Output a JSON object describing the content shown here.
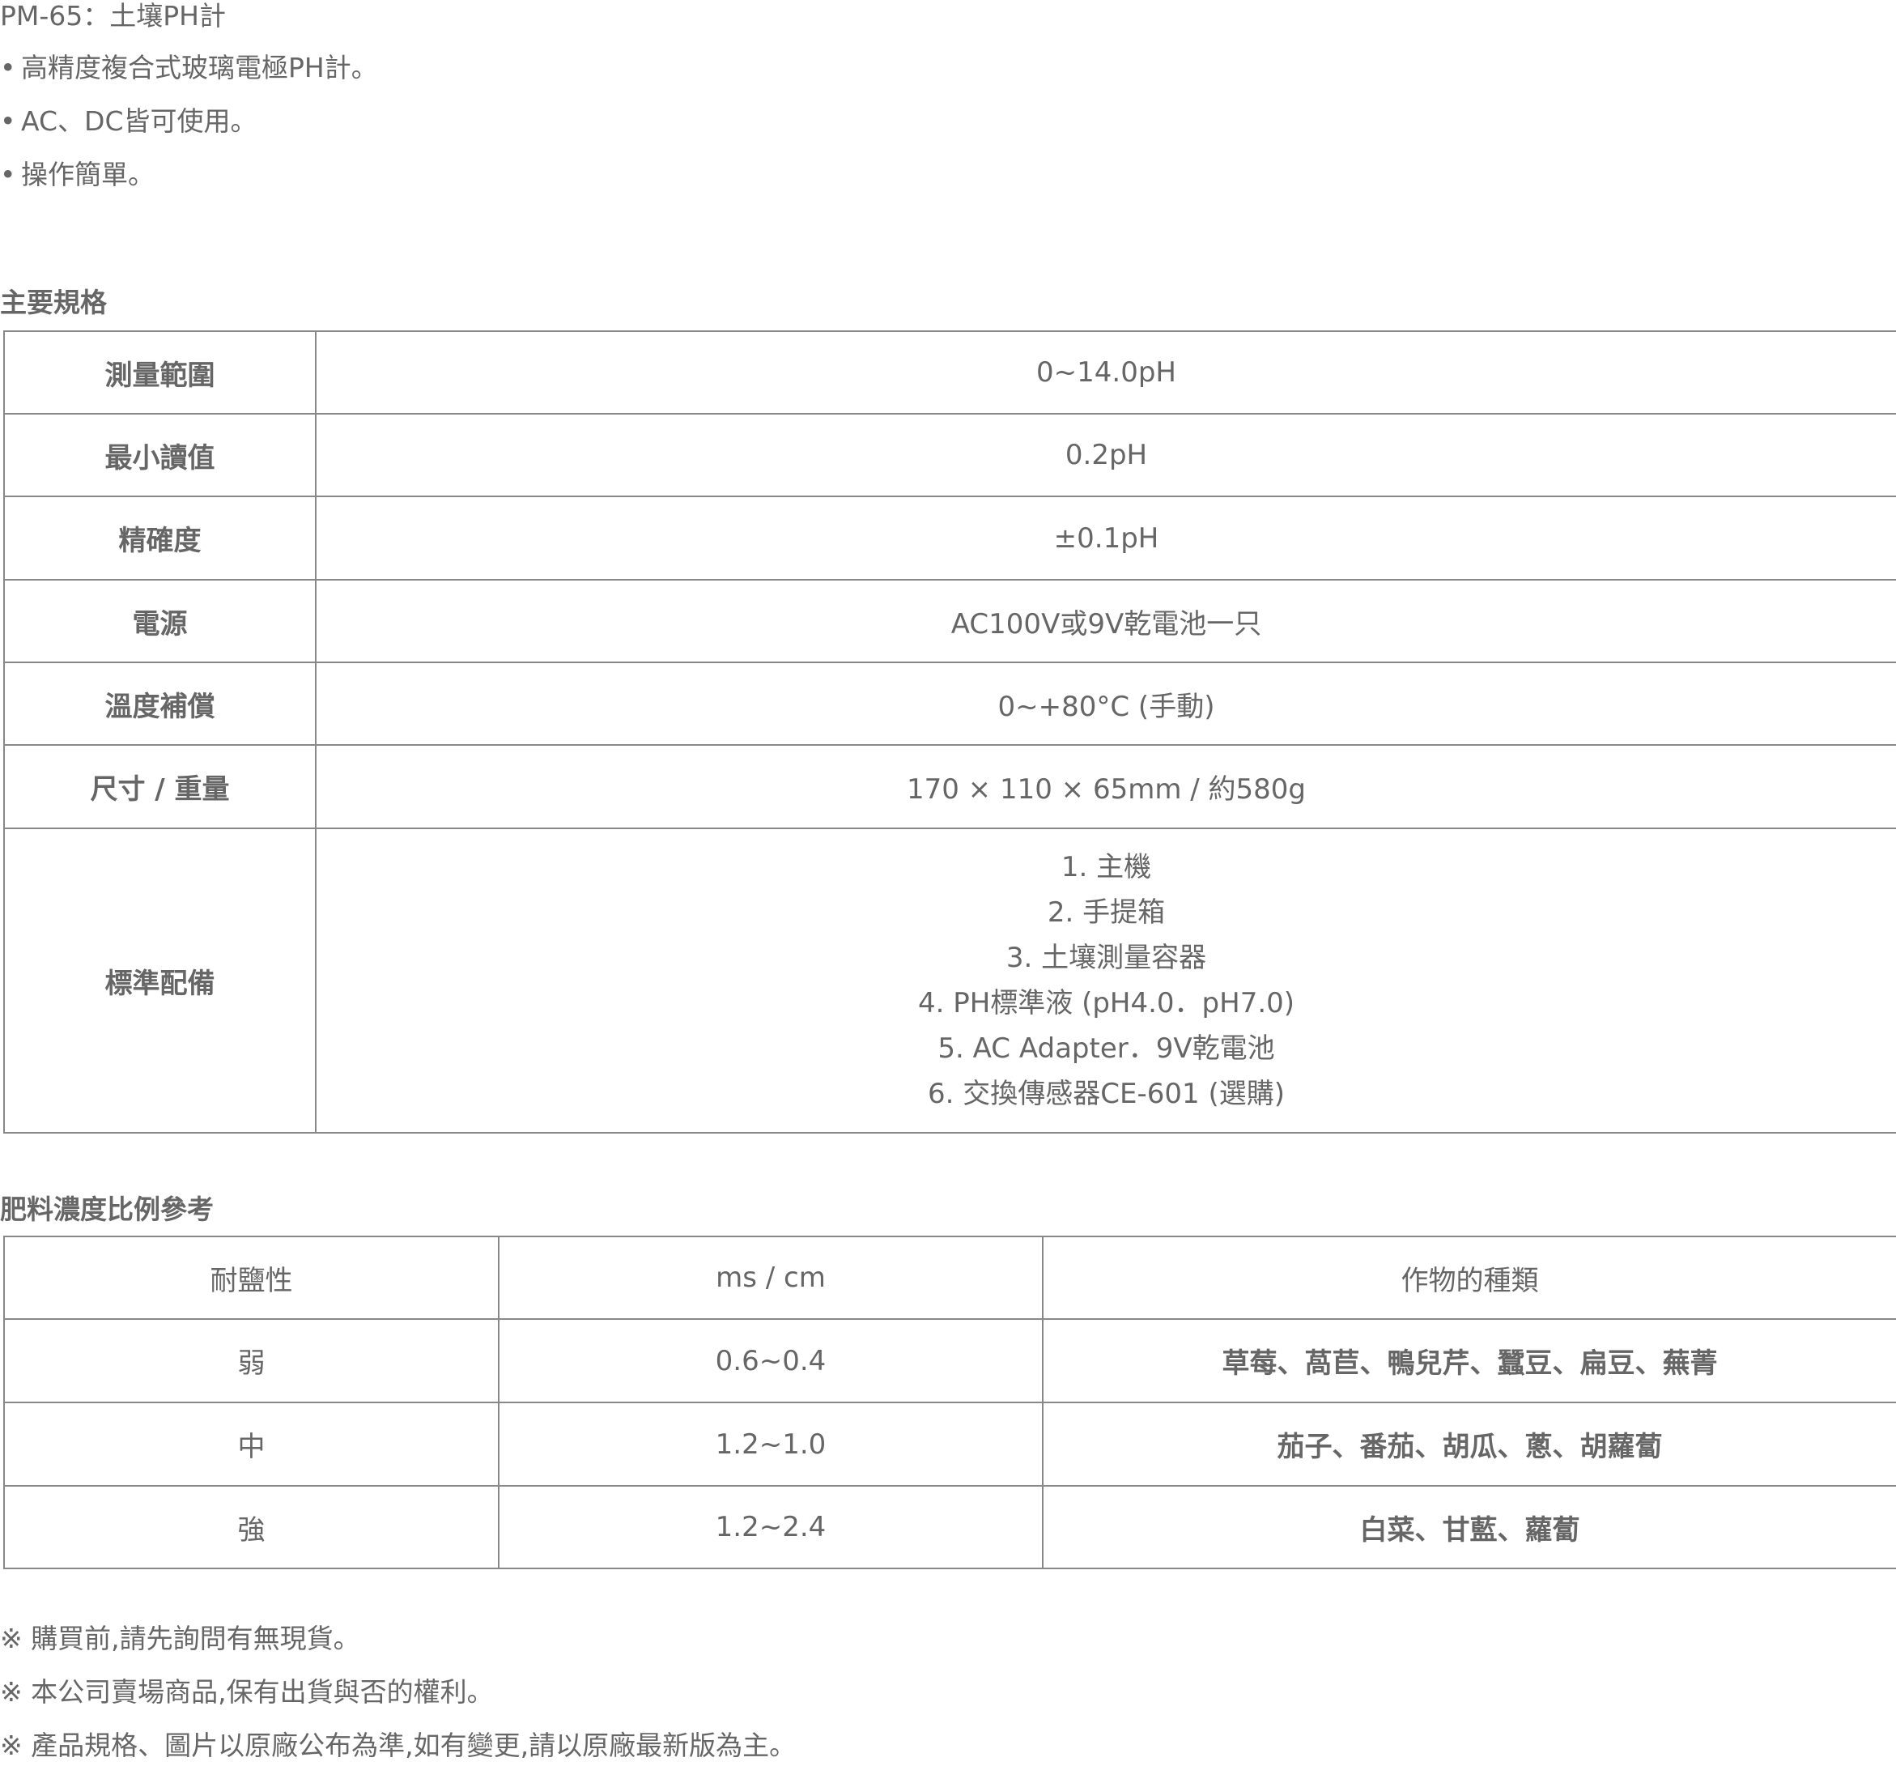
{
  "product": {
    "title": "PM-65：土壤PH計",
    "features": [
      "高精度複合式玻璃電極PH計。",
      "AC、DC皆可使用。",
      "操作簡單。"
    ],
    "bullet": "•"
  },
  "spec": {
    "heading": "主要規格",
    "rows": [
      {
        "label": "測量範圍",
        "value": "0~14.0pH"
      },
      {
        "label": "最小讀值",
        "value": "0.2pH"
      },
      {
        "label": "精確度",
        "value": "±0.1pH"
      },
      {
        "label": "電源",
        "value": "AC100V或9V乾電池一只"
      },
      {
        "label": "溫度補償",
        "value": "0~+80°C (手動)"
      },
      {
        "label": "尺寸 / 重量",
        "value": "170 × 110 × 65mm / 約580g"
      }
    ],
    "accessories": {
      "label": "標準配備",
      "items": [
        "1. 主機",
        "2. 手提箱",
        "3. 土壤測量容器",
        "4. PH標準液 (pH4.0．pH7.0)",
        "5. AC Adapter．9V乾電池",
        "6. 交換傳感器CE-601 (選購)"
      ]
    }
  },
  "fertilizer": {
    "heading": "肥料濃度比例參考",
    "headers": [
      "耐鹽性",
      "ms / cm",
      "作物的種類"
    ],
    "rows": [
      [
        "弱",
        "0.6~0.4",
        "草莓、萵苣、鴨兒芹、蠶豆、扁豆、蕪菁"
      ],
      [
        "中",
        "1.2~1.0",
        "茄子、番茄、胡瓜、蔥、胡蘿蔔"
      ],
      [
        "強",
        "1.2~2.4",
        "白菜、甘藍、蘿蔔"
      ]
    ]
  },
  "notes": [
    "※ 購買前,請先詢問有無現貨。",
    "※ 本公司賣場商品,保有出貨與否的權利。",
    "※ 產品規格、圖片以原廠公布為準,如有變更,請以原廠最新版為主。"
  ]
}
